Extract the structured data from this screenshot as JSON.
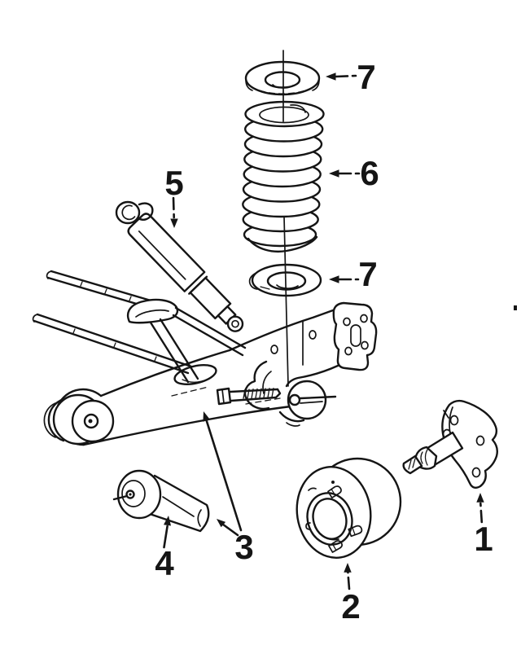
{
  "figure": {
    "kind": "exploded-parts-line-drawing",
    "subject": "rear-suspension"
  },
  "colors": {
    "ink": "#151515",
    "background": "#ffffff"
  },
  "callouts": [
    {
      "label": "7",
      "part": "spring-insulator-upper"
    },
    {
      "label": "6",
      "part": "coil-spring"
    },
    {
      "label": "7",
      "part": "spring-insulator-lower"
    },
    {
      "label": "5",
      "part": "shock-absorber"
    },
    {
      "label": "3",
      "part": "trailing-arm"
    },
    {
      "label": "4",
      "part": "trailing-arm-bushing"
    },
    {
      "label": "2",
      "part": "rear-hub"
    },
    {
      "label": "1",
      "part": "spindle-with-mounting-bracket"
    }
  ]
}
